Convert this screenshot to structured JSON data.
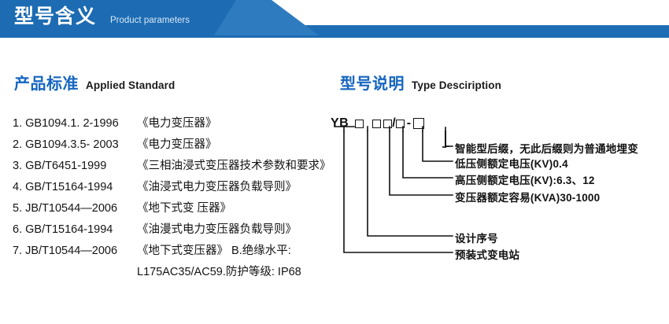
{
  "banner": {
    "title": "型号含义",
    "subtitle": "Product parameters",
    "color_dark": "#1d6cb3",
    "color_light": "#2e7bbf"
  },
  "sections": {
    "left": {
      "title_cn": "产品标准",
      "title_en": "Applied Standard"
    },
    "right": {
      "title_cn": "型号说明",
      "title_en": "Type Desciription"
    }
  },
  "standards": [
    {
      "index": "1.",
      "code": "GB1094.1. 2-1996",
      "name": "《电力变压器》"
    },
    {
      "index": "2.",
      "code": "GB1094.3.5- 2003",
      "name": "《电力变压器》"
    },
    {
      "index": "3.",
      "code": "GB/T6451-1999",
      "name": "《三相油浸式变压器技术参数和要求》"
    },
    {
      "index": "4.",
      "code": "GB/T15164-1994",
      "name": "《油浸式电力变压器负载导则》"
    },
    {
      "index": "5.",
      "code": "JB/T10544—2006",
      "name": "《地下式变 压器》"
    },
    {
      "index": "6.",
      "code": "GB/T15164-1994",
      "name": "《油漫式电力变压器负载导则》"
    },
    {
      "index": "7.",
      "code": "JB/T10544—2006",
      "name": "《地下式变压器》 B.绝缘水平:"
    }
  ],
  "standards_continuation": "L175AC35/AC59.防护等级: IP68",
  "model_code": {
    "prefix": "YB",
    "slash": "/",
    "dash": "-",
    "boxes": [
      "box-1",
      "box-2",
      "box-3",
      "box-4",
      "box-5"
    ]
  },
  "callouts": [
    {
      "id": "callout-smart-suffix",
      "text": "智能型后缀，无此后缀则为普通地埋变"
    },
    {
      "id": "callout-lv-voltage",
      "text": "低压侧额定电压(KV)0.4"
    },
    {
      "id": "callout-hv-voltage",
      "text": "高压侧额定电压(KV):6.3、12"
    },
    {
      "id": "callout-rated-capacity",
      "text": "变压器额定容易(KVA)30-1000"
    },
    {
      "id": "callout-design-serial",
      "text": "设计序号"
    },
    {
      "id": "callout-substation",
      "text": "预装式变电站"
    }
  ]
}
